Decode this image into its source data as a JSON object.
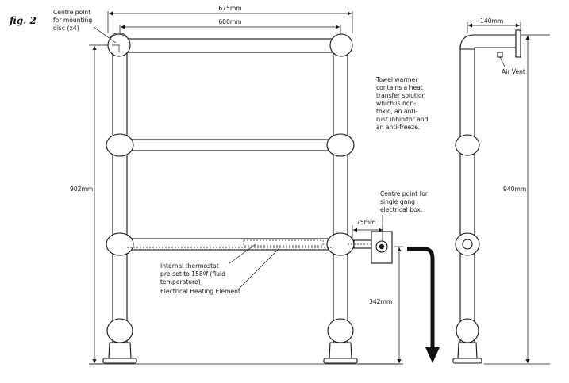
{
  "figure": {
    "label": "fig. 2"
  },
  "dimensions": {
    "overall_width": "675mm",
    "centres_width": "600mm",
    "height_front": "902mm",
    "depth": "140mm",
    "height_side": "940mm",
    "offset_box": "75mm",
    "box_height": "342mm"
  },
  "notes": {
    "centre_point_mounting": [
      "Centre point",
      "for mounting",
      "disc (x4)"
    ],
    "fluid": [
      "Towel warmer",
      "contains a heat",
      "transfer solution",
      "which is non-",
      "toxic, an anti-",
      "rust inhibitor and",
      "an anti-freeze."
    ],
    "gang_box": [
      "Centre point for",
      "single gang",
      "electrical box."
    ],
    "thermostat": [
      "Internal thermostat",
      "pre-set to 158ºf (fluid",
      "temperature)"
    ],
    "heating_element": "Electrical Heating Element",
    "air_vent": "Air Vent"
  }
}
